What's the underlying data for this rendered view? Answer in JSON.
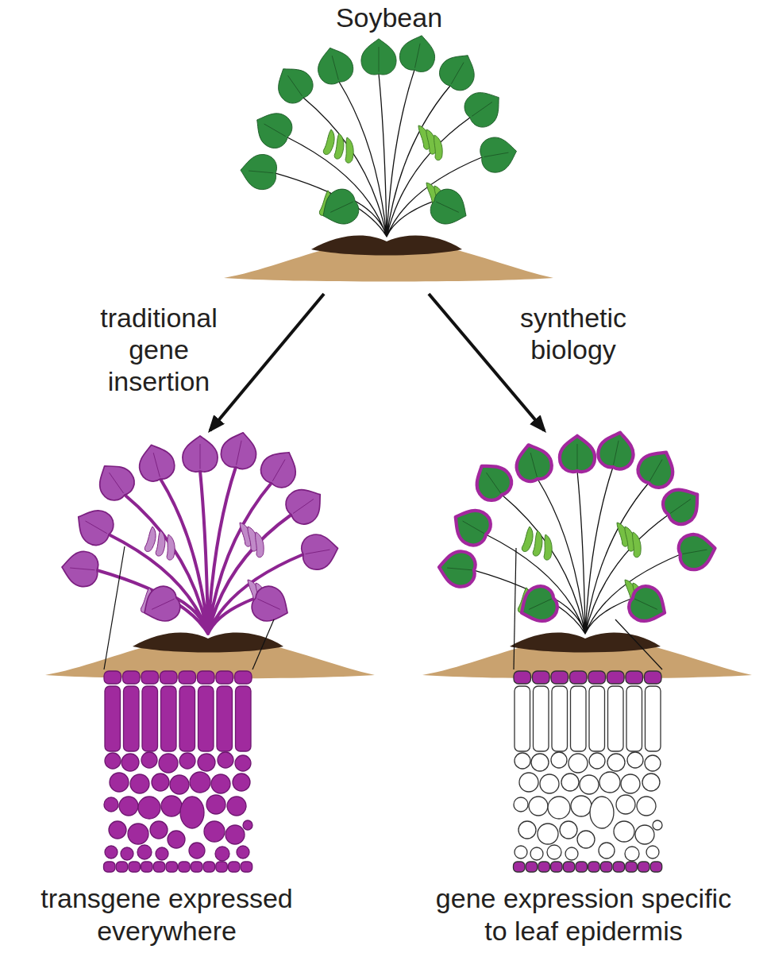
{
  "diagram": {
    "nodes": [
      {
        "text": [
          "Soybean"
        ]
      },
      {
        "text": [
          "transgene expressed everywhere"
        ]
      },
      {
        "text": [
          "gene expression specific to leaf epidermis"
        ]
      }
    ],
    "edges": [
      {
        "from": 0,
        "to": 1,
        "arrow": "to",
        "label": "traditional gene insertion"
      },
      {
        "from": 0,
        "to": 2,
        "arrow": "to",
        "label": "synthetic biology"
      }
    ]
  }
}
